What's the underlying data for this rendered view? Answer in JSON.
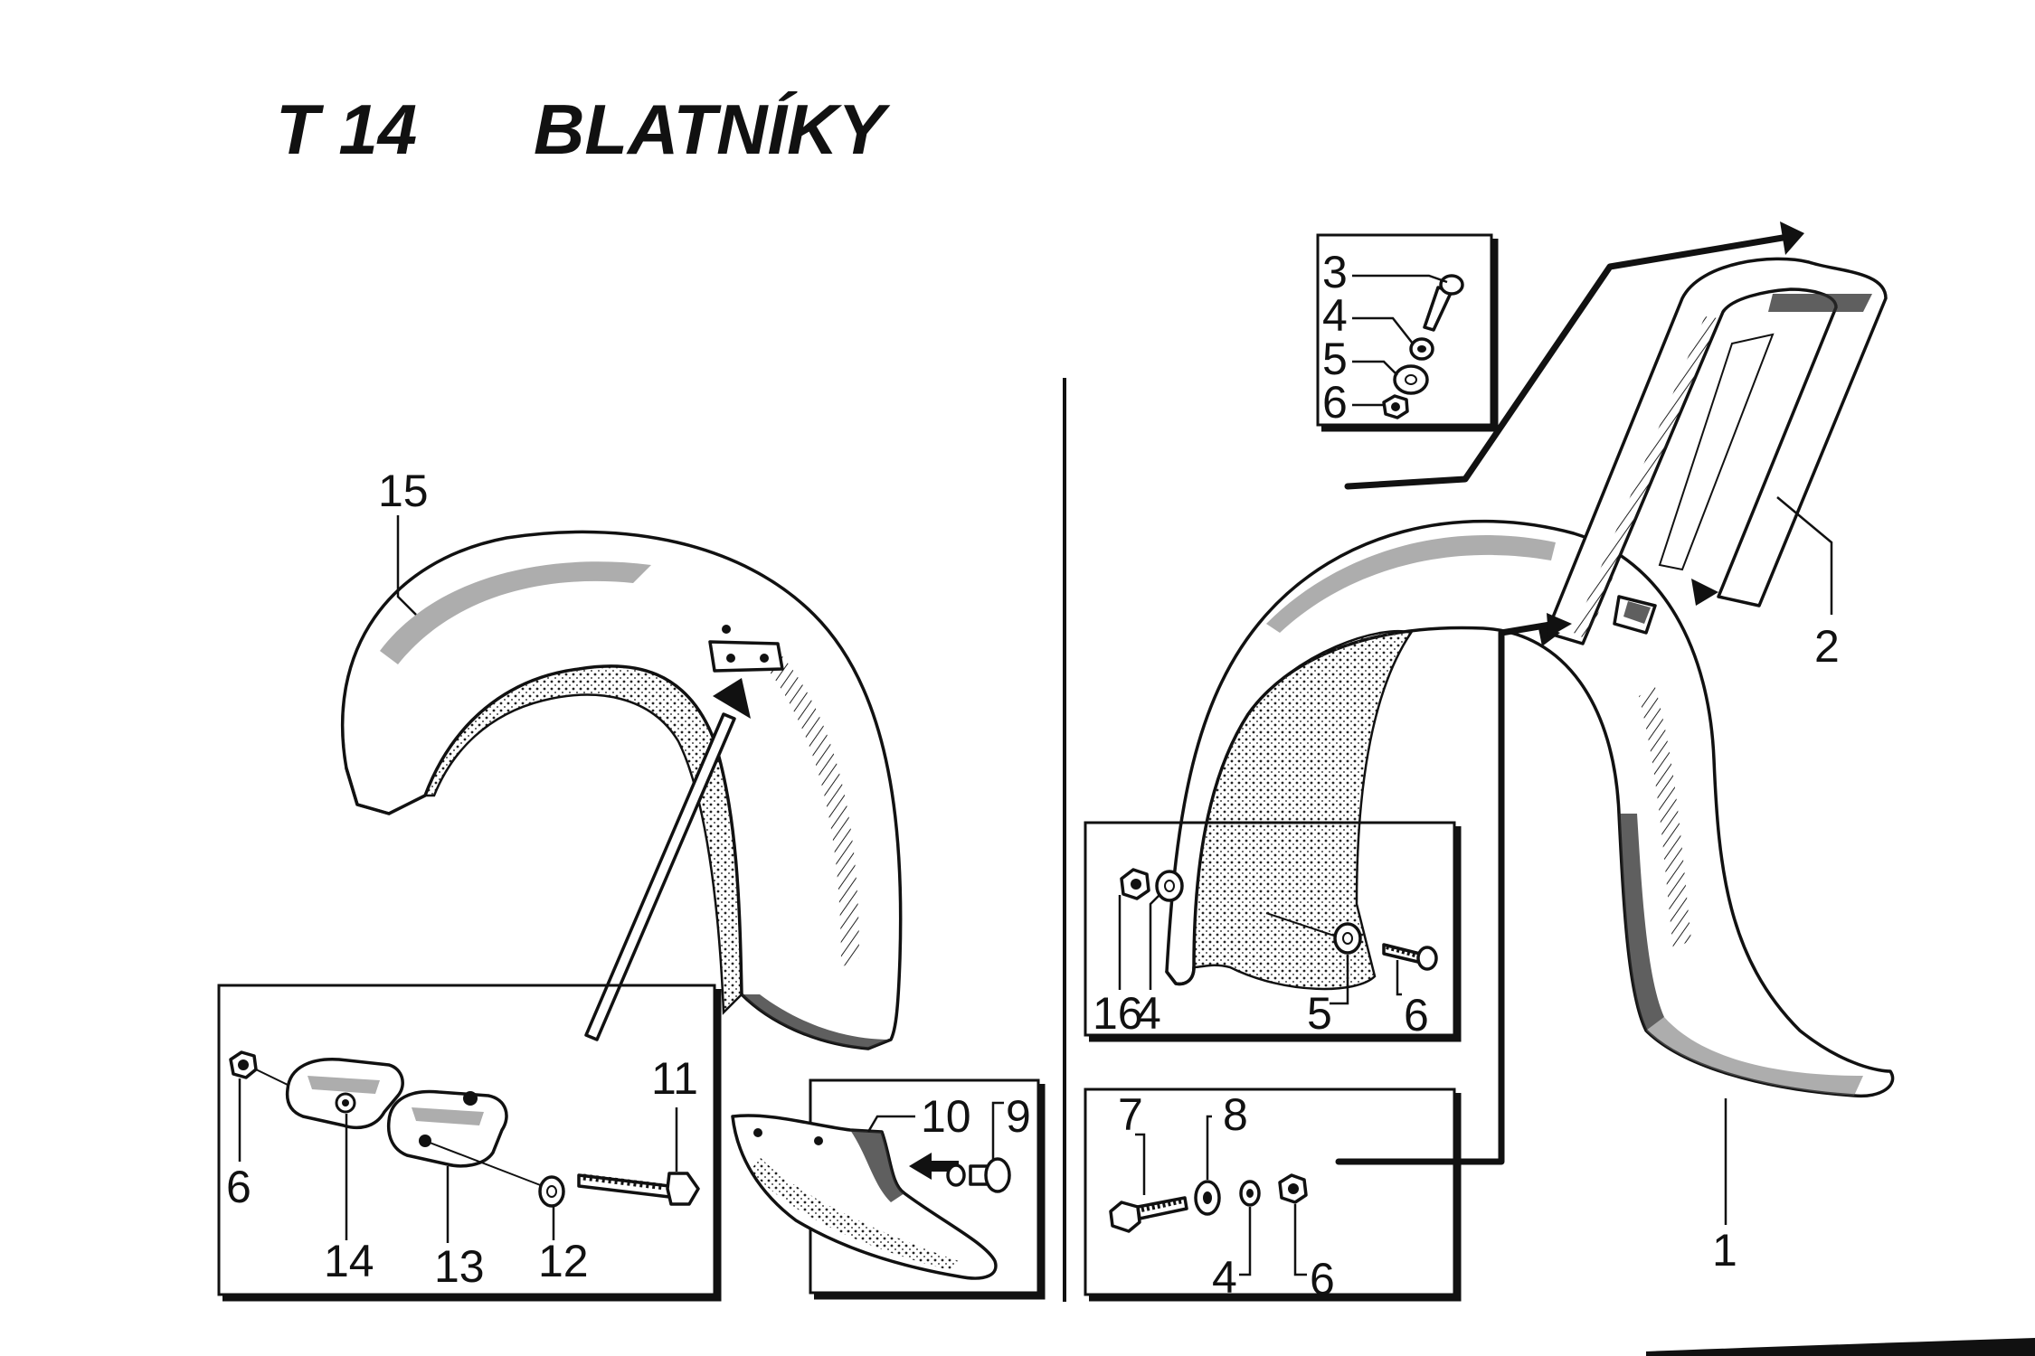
{
  "title": {
    "model": "T 14",
    "name": "BLATNÍKY"
  },
  "callouts": {
    "c1": "1",
    "c2": "2",
    "c3": "3",
    "c4_top": "4",
    "c5_top": "5",
    "c6_top": "6",
    "c16": "16",
    "c4_mid": "4",
    "c5_mid": "5",
    "c6_mid": "6",
    "c7": "7",
    "c8": "8",
    "c4_bot": "4",
    "c6_bot": "6",
    "c15": "15",
    "c10": "10",
    "c9": "9",
    "c11": "11",
    "c6_left": "6",
    "c14": "14",
    "c13": "13",
    "c12": "12"
  }
}
